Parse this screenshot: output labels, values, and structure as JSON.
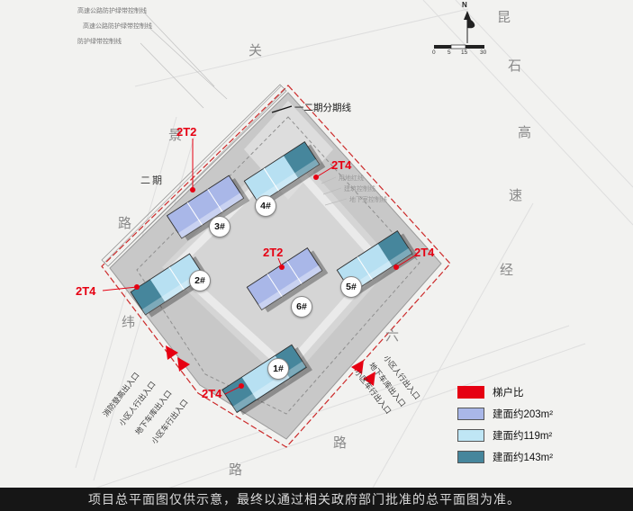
{
  "footer": {
    "disclaimer": "项目总平面图仅供示意，最终以通过相关政府部门批准的总平面图为准。"
  },
  "compass": {
    "north": "N",
    "scale": [
      "0",
      "5",
      "15",
      "30"
    ]
  },
  "phase": {
    "divider_label": "一二期分期线",
    "phase2_label": "二期"
  },
  "roads": {
    "kun": "昆",
    "shi": "石",
    "gao": "高",
    "su": "速",
    "guan": "关",
    "jing_scenic": "景",
    "lu_left": "路",
    "wei": "纬",
    "jing_right": "经",
    "liu": "六",
    "lu_bottom_right": "路",
    "lu_bottom_left": "路"
  },
  "control_lines": [
    "高速公路防护绿带控制线",
    "高速公路防护绿带控制线",
    "防护绿带控制线"
  ],
  "site_notes": [
    "用地红线",
    "建筑控制线",
    "地下室控制线"
  ],
  "unit_types": [
    "2T2",
    "2T4",
    "2T4",
    "2T2",
    "2T4",
    "2T4"
  ],
  "badges": [
    "1#",
    "2#",
    "3#",
    "4#",
    "5#",
    "6#"
  ],
  "entrances": {
    "left": [
      "消防登高出入口",
      "小区人行出入口",
      "地下车库出入口",
      "小区车行出入口"
    ],
    "right": [
      "小区车行出入口",
      "地下车库出入口",
      "小区人行出入口"
    ]
  },
  "legend": {
    "items": [
      {
        "label": "梯户比",
        "color": "#e60012"
      },
      {
        "label": "建面约203m²",
        "color": "#a9b7e8"
      },
      {
        "label": "建面约119m²",
        "color": "#bfe6f5"
      },
      {
        "label": "建面约143m²",
        "color": "#46869c"
      }
    ]
  }
}
